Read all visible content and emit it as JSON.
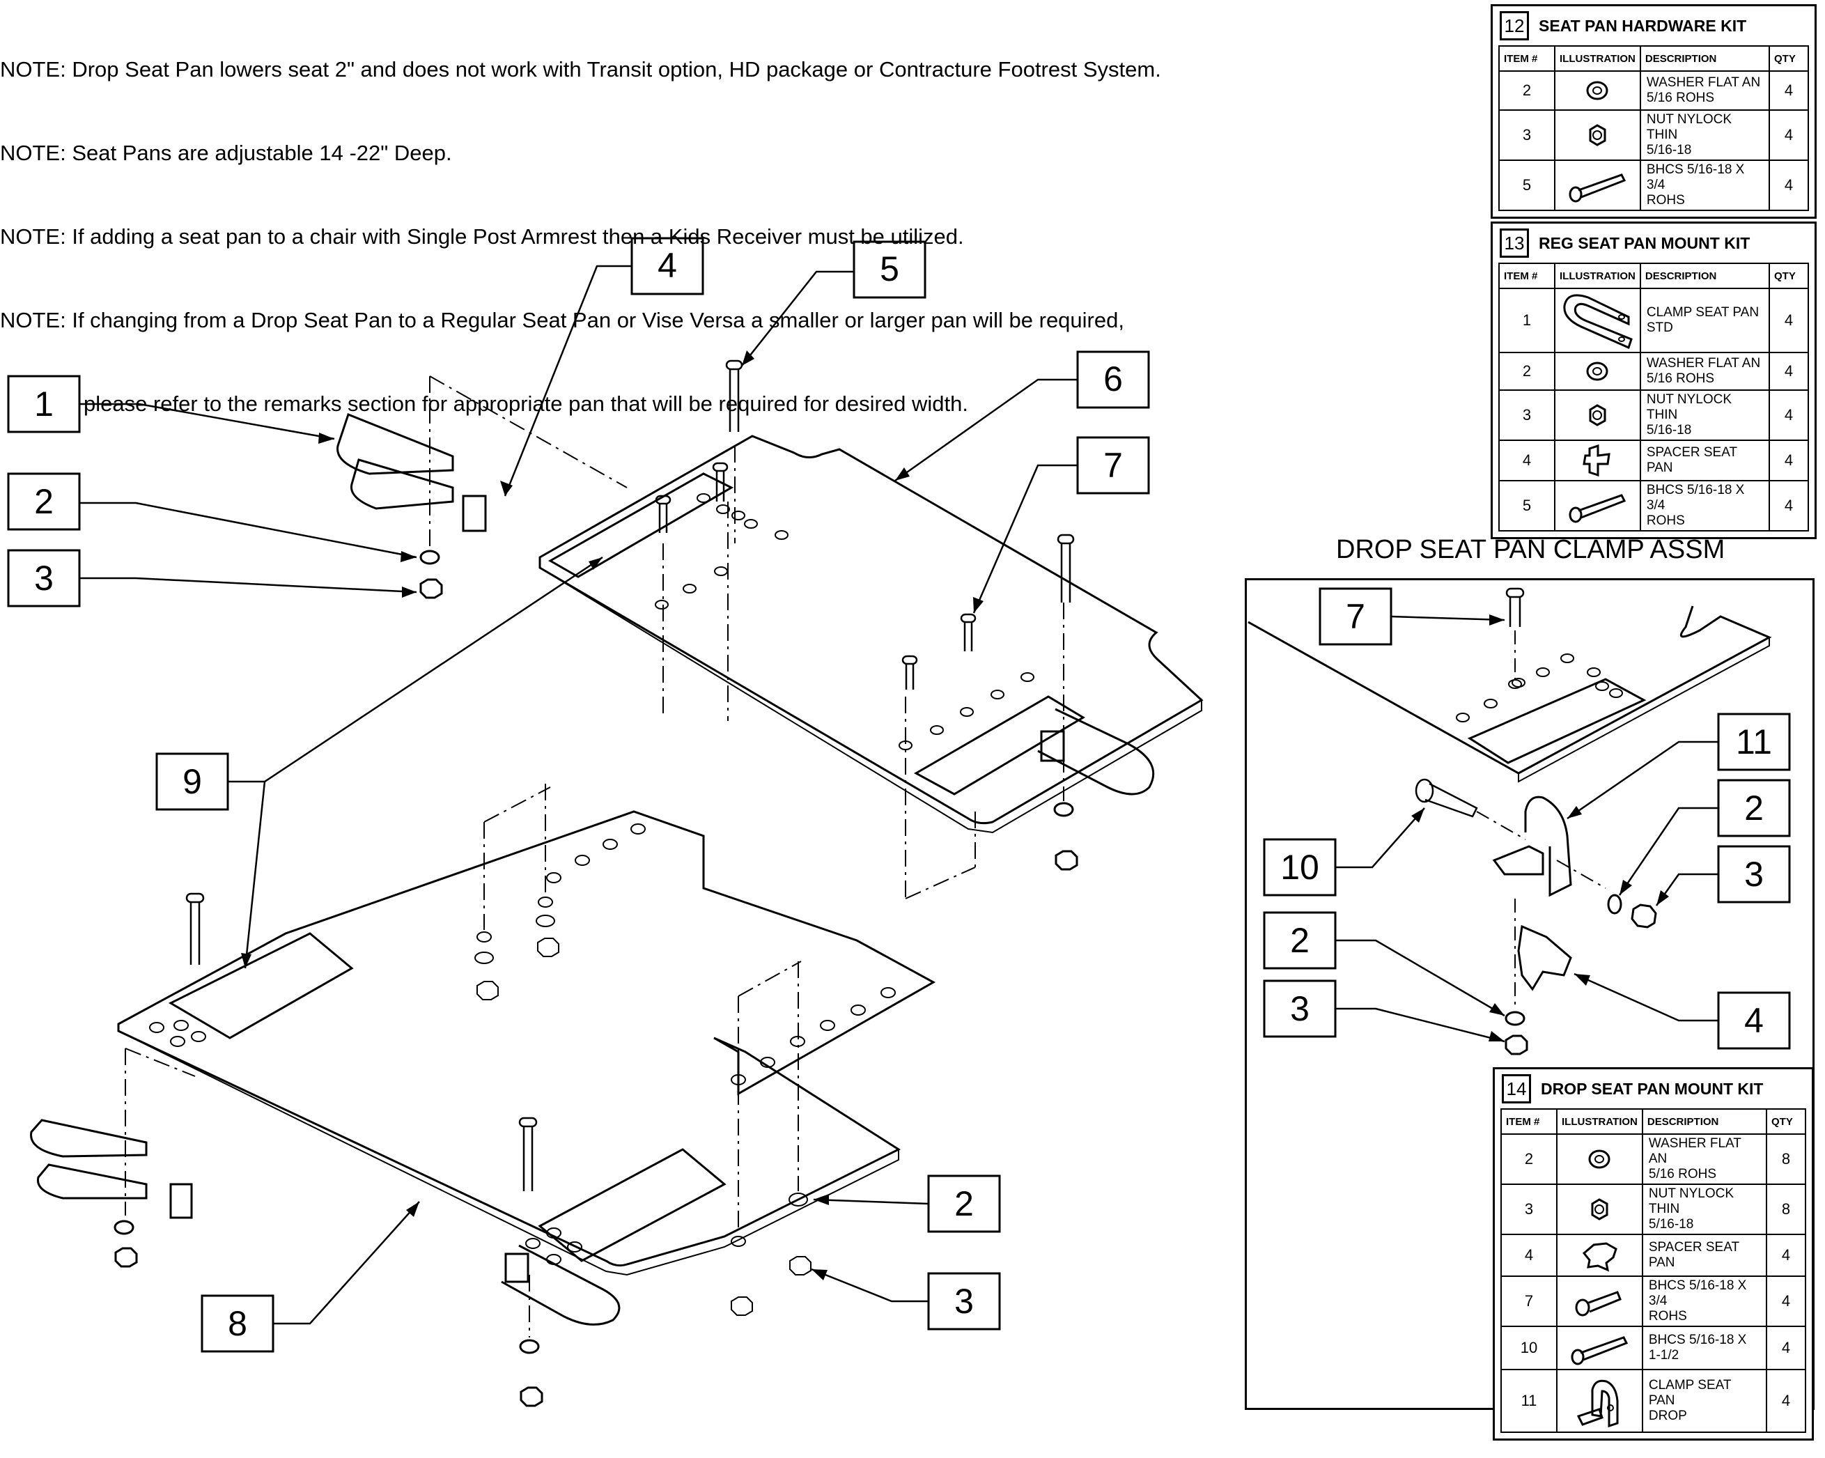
{
  "notes": [
    "NOTE: Drop Seat Pan lowers seat 2\" and does not work with Transit option, HD package or Contracture Footrest System.",
    "NOTE: Seat Pans are adjustable 14 -22\" Deep.",
    "NOTE: If adding a seat pan to a chair with Single Post Armrest then a Kids Receiver must be utilized.",
    "NOTE: If changing from a Drop Seat Pan to a Regular Seat Pan or Vise Versa a smaller or larger pan will be required,",
    "please refer to the remarks section for appropriate pan that will be required for desired width."
  ],
  "callouts_main": [
    "4",
    "5",
    "1",
    "6",
    "7",
    "2",
    "3",
    "9",
    "2",
    "3",
    "8"
  ],
  "assembly_title": "DROP SEAT PAN CLAMP ASSM",
  "callouts_assm": [
    "7",
    "11",
    "2",
    "3",
    "10",
    "2",
    "3",
    "4"
  ],
  "table_headers": {
    "item": "ITEM #",
    "illustration": "ILLUSTRATION",
    "description": "DESCRIPTION",
    "qty": "QTY"
  },
  "kits": [
    {
      "number": "12",
      "title": "SEAT PAN HARDWARE KIT",
      "rows": [
        {
          "item": "2",
          "icon": "washer-icon",
          "desc1": "WASHER FLAT AN",
          "desc2": "5/16 ROHS",
          "qty": "4"
        },
        {
          "item": "3",
          "icon": "nut-icon",
          "desc1": "NUT NYLOCK THIN",
          "desc2": "5/16-18",
          "qty": "4"
        },
        {
          "item": "5",
          "icon": "bolt-icon",
          "desc1": "BHCS 5/16-18 X 3/4",
          "desc2": "ROHS",
          "qty": "4"
        }
      ]
    },
    {
      "number": "13",
      "title": "REG SEAT PAN MOUNT KIT",
      "rows": [
        {
          "item": "1",
          "icon": "clamp-icon",
          "desc1": "CLAMP SEAT PAN",
          "desc2": "STD",
          "qty": "4"
        },
        {
          "item": "2",
          "icon": "washer-icon",
          "desc1": "WASHER FLAT AN",
          "desc2": "5/16 ROHS",
          "qty": "4"
        },
        {
          "item": "3",
          "icon": "nut-icon",
          "desc1": "NUT NYLOCK THIN",
          "desc2": "5/16-18",
          "qty": "4"
        },
        {
          "item": "4",
          "icon": "spacer-icon",
          "desc1": "SPACER SEAT PAN",
          "desc2": "",
          "qty": "4"
        },
        {
          "item": "5",
          "icon": "bolt-icon",
          "desc1": "BHCS 5/16-18 X 3/4",
          "desc2": "ROHS",
          "qty": "4"
        }
      ]
    },
    {
      "number": "14",
      "title": "DROP SEAT PAN MOUNT KIT",
      "rows": [
        {
          "item": "2",
          "icon": "washer-icon",
          "desc1": "WASHER FLAT AN",
          "desc2": "5/16 ROHS",
          "qty": "8"
        },
        {
          "item": "3",
          "icon": "nut-icon",
          "desc1": "NUT NYLOCK THIN",
          "desc2": "5/16-18",
          "qty": "8"
        },
        {
          "item": "4",
          "icon": "spacer-icon",
          "desc1": "SPACER SEAT PAN",
          "desc2": "",
          "qty": "4"
        },
        {
          "item": "7",
          "icon": "bolt-icon",
          "desc1": "BHCS 5/16-18 X 3/4",
          "desc2": "ROHS",
          "qty": "4"
        },
        {
          "item": "10",
          "icon": "long-bolt-icon",
          "desc1": "BHCS 5/16-18 X",
          "desc2": "1-1/2",
          "qty": "4"
        },
        {
          "item": "11",
          "icon": "drop-clamp-icon",
          "desc1": "CLAMP SEAT PAN",
          "desc2": "DROP",
          "qty": "4"
        }
      ]
    }
  ]
}
